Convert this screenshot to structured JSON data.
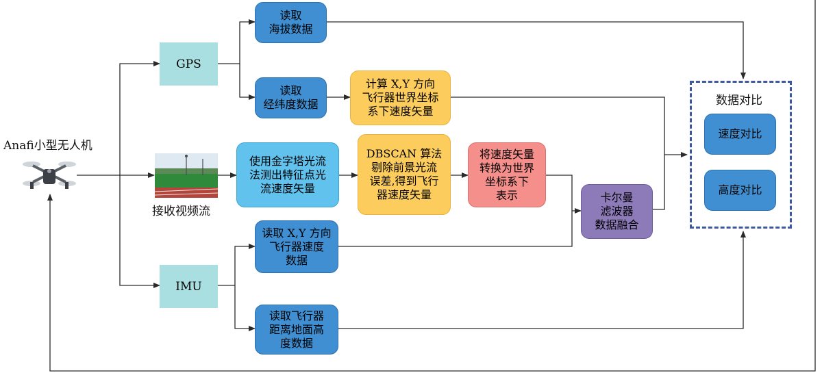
{
  "drone": {
    "title": "Anafi小型无人机",
    "icon": "quadcopter-drone-icon"
  },
  "sensors": {
    "gps": "GPS",
    "imu": "IMU"
  },
  "video": {
    "caption": "接收视频流",
    "image": "running-track-photo"
  },
  "steps": {
    "read_altitude": "读取\n海拔数据",
    "read_latlon": "读取\n经纬度数据",
    "compute_xy": "计算 X,Y 方向\n飞行器世界坐标\n系下速度矢量",
    "optical_flow": "使用金字塔光流\n法测出特征点光\n流速度矢量",
    "dbscan": "DBSCAN 算法\n剔除前景光流\n误差,得到飞行\n器速度矢量",
    "transform": "将速度矢量\n转换为世界\n坐标系下\n表示",
    "kalman": "卡尔曼\n滤波器\n数据融合",
    "read_xy_velocity": "读取 X,Y 方向\n飞行器速度\n数据",
    "read_height": "读取飞行器\n距离地面高\n度数据"
  },
  "comparison": {
    "title": "数据对比",
    "speed": "速度对比",
    "height": "高度对比"
  },
  "colors": {
    "blue": "#3f8fd2",
    "teal": "#a9dfe0",
    "cyan": "#62c2ee",
    "orange": "#fccd5c",
    "pink": "#f48f8c",
    "purple": "#8d7bb9",
    "dashed_border": "#3d58a0",
    "line": "#2a2a2a"
  }
}
